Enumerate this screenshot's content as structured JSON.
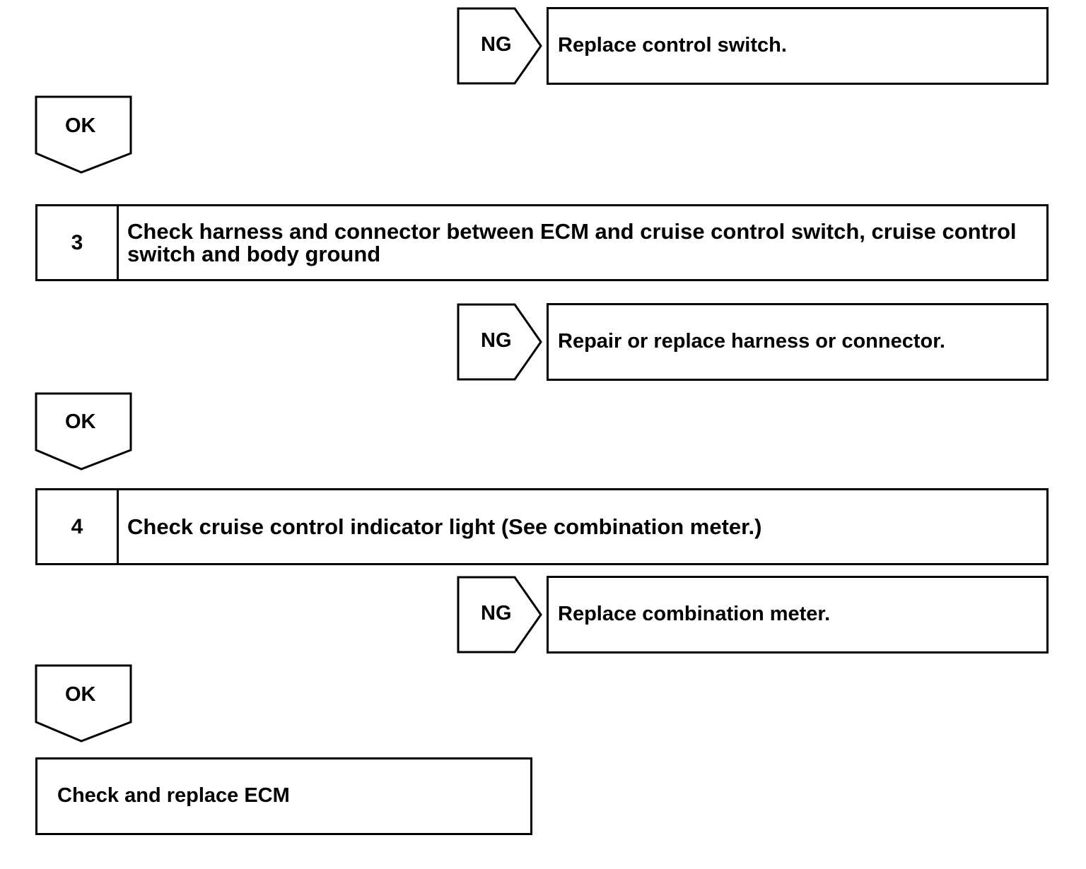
{
  "flow": {
    "ng_label": "NG",
    "ok_label": "OK",
    "result_1": "Replace control switch.",
    "step_3": {
      "number": "3",
      "text": "Check harness and connector between ECM and cruise control switch, cruise control switch and body ground"
    },
    "result_2": "Repair or replace harness or connector.",
    "step_4": {
      "number": "4",
      "text": "Check cruise control indicator light (See combination meter.)"
    },
    "result_3": "Replace combination meter.",
    "final": "Check and replace ECM"
  }
}
